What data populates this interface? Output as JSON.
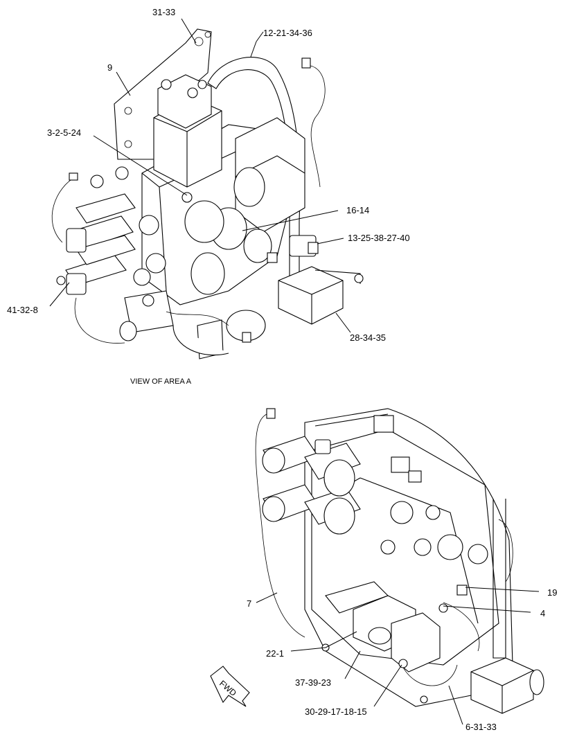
{
  "figure": {
    "caption": "VIEW OF AREA A",
    "fwd_marker": "FWD"
  },
  "callouts": {
    "c1": "31-33",
    "c2": "12-21-34-36",
    "c3": "9",
    "c4": "3-2-5-24",
    "c5": "16-14",
    "c6": "13-25-38-27-40",
    "c7": "41-32-8",
    "c8": "28-34-35",
    "c9": "7",
    "c10": "19",
    "c11": "4",
    "c12": "22-1",
    "c13": "37-39-23",
    "c14": "30-29-17-18-15",
    "c15": "6-31-33"
  }
}
